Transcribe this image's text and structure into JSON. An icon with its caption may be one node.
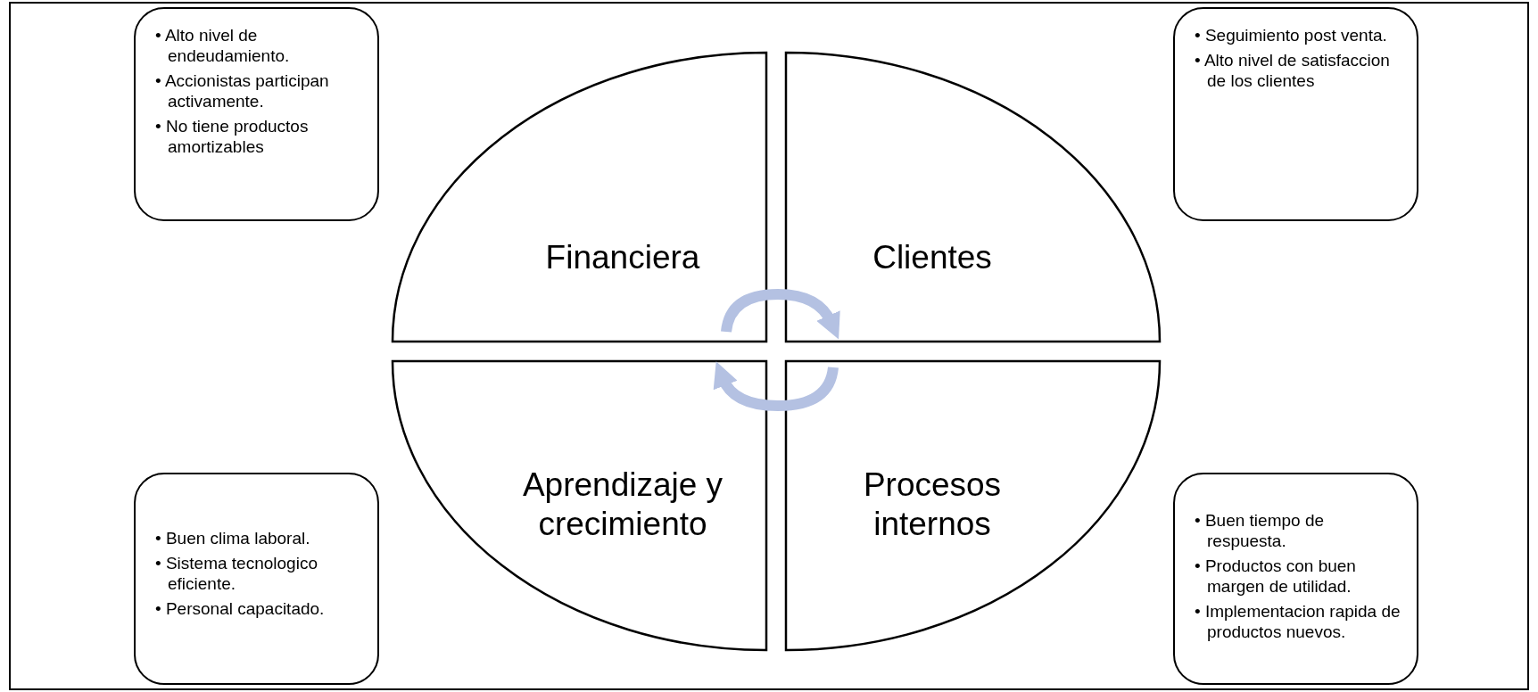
{
  "diagram": {
    "nodes": [
      {
        "text": [
          "• Alto nivel de endeudamiento.",
          "• Accionistas participan activamente.",
          "• No tiene productos amortizables"
        ]
      },
      {
        "text": [
          "• Seguimiento post venta.",
          "• Alto nivel de satisfaccion de los clientes"
        ]
      },
      {
        "text": [
          "Financiera"
        ]
      },
      {
        "text": [
          "Clientes"
        ]
      },
      {
        "text": [
          "Aprendizaje y crecimiento"
        ]
      },
      {
        "text": [
          "Procesos internos"
        ]
      },
      {
        "text": [
          "• Buen clima laboral.",
          "• Sistema tecnologico eficiente.",
          "• Personal capacitado."
        ]
      },
      {
        "text": [
          "• Buen tiempo de respuesta.",
          "• Productos con buen margen de utilidad.",
          "• Implementacion rapida de productos nuevos."
        ]
      }
    ],
    "edges": [
      {
        "from": 2,
        "to": 3,
        "arrow": "to",
        "color": "#b4c1e2"
      },
      {
        "from": 5,
        "to": 4,
        "arrow": "to",
        "color": "#b4c1e2"
      }
    ]
  }
}
